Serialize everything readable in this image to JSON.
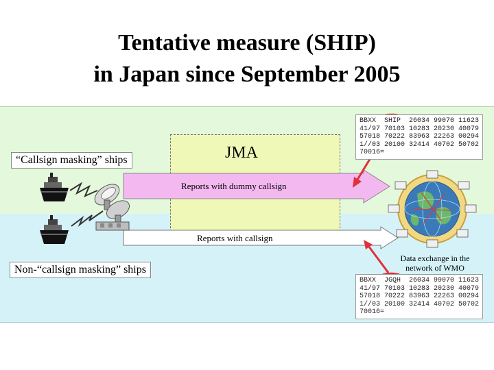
{
  "title": {
    "line1": "Tentative measure (SHIP)",
    "line2": "in Japan since September 2005"
  },
  "labels": {
    "callsign_masking": "“Callsign masking” ships",
    "non_callsign_masking": "Non-“callsign masking” ships",
    "jma": "JMA",
    "dummy_reports": "Reports with dummy callsign",
    "callsign_reports": "Reports with callsign",
    "wmo_line1": "Data exchange in the",
    "wmo_line2": "network of WMO"
  },
  "report_masked": {
    "rows": [
      "BBXX  SHIP  26034 99070 11623",
      "41/97 70103 10283 20230 40079",
      "57018 70222 83963 22263 00294",
      "1//03 20100 32414 40702 50702",
      "70016="
    ]
  },
  "report_unmasked": {
    "rows": [
      "BBXX  JGQH  26034 99070 11623",
      "41/97 70103 10283 20230 40079",
      "57018 70222 83963 22263 00294",
      "1//03 20100 32414 40702 50702",
      "70016="
    ]
  },
  "colors": {
    "dummy_arrow_fill": "#f4b8f0",
    "callsign_arrow_fill": "#ffffff",
    "highlight": "#e0303a",
    "top_band": "#e4f8dc",
    "bottom_band": "#d4f2f8",
    "jma_box": "#f0f8b8"
  },
  "icons": [
    "ship-icon",
    "antenna-dish-icon",
    "globe-network-icon"
  ]
}
